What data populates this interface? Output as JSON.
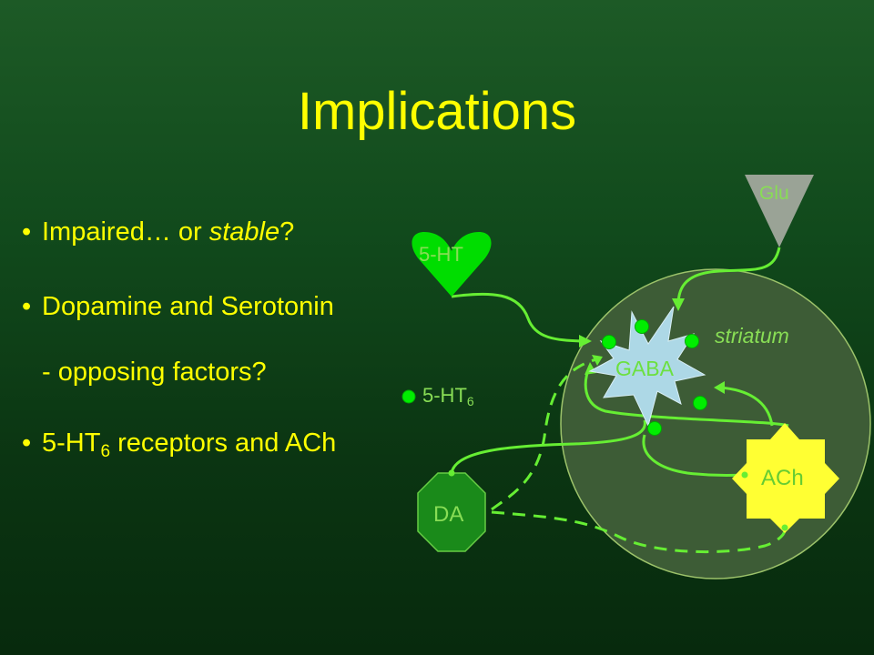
{
  "slide": {
    "title": "Implications",
    "bullets": {
      "b1_pre": "Impaired… or ",
      "b1_em": "stable",
      "b1_post": "?",
      "b2": "Dopamine and Serotonin",
      "b2_sub": "- opposing factors?",
      "b3_pre": "5-HT",
      "b3_sub": "6",
      "b3_post": " receptors and ACh"
    }
  },
  "diagram": {
    "glu": "Glu",
    "ht5": "5-HT",
    "striatum": "striatum",
    "gaba": "GABA",
    "ht6_label": "5-HT",
    "ht6_sub": "6",
    "ach": "ACh",
    "da": "DA"
  },
  "colors": {
    "title_text": "#ffff00",
    "bullet_text": "#ffff00",
    "bright_green": "#00ee00",
    "line_green": "#66ee33",
    "label_green": "#88dd55",
    "gaba_fill": "#add8e6",
    "ach_fill": "#ffff33",
    "da_fill": "#1a8a1a",
    "glu_fill": "#9aa396",
    "striatum_fill": "#3d5c36"
  }
}
